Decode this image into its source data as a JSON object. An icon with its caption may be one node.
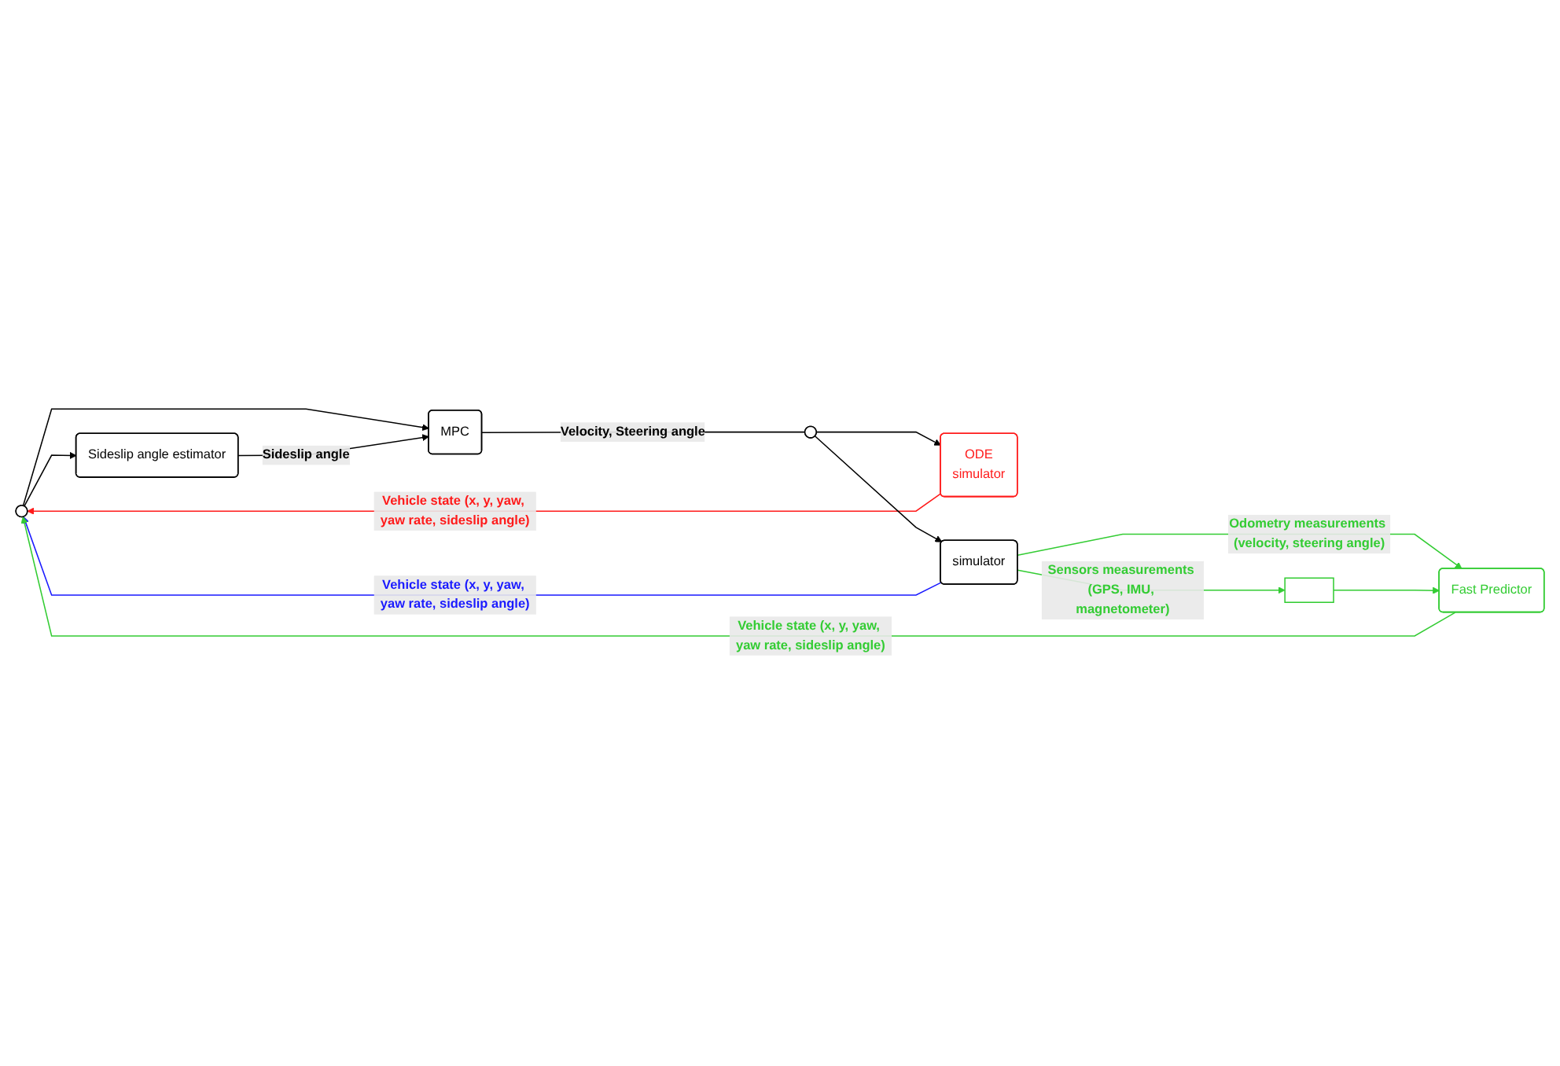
{
  "diagram": {
    "nodes": [
      {
        "text": [],
        "shape": "point"
      },
      {
        "text": [
          "MPC"
        ]
      },
      {
        "text": [
          "Sideslip angle estimator"
        ]
      },
      {
        "text": [],
        "shape": "point"
      },
      {
        "text": [
          "ODE",
          "simulator"
        ]
      },
      {
        "text": [
          "simulator"
        ]
      },
      {
        "text": [
          "Fast Predictor"
        ]
      },
      {
        "text": [],
        "shape": "box"
      }
    ],
    "edges": [
      {
        "from": 4,
        "to": 0,
        "arrow": "to",
        "label": "Vehicle state (x, y, yaw, yaw rate, sideslip angle)",
        "color": "#ff1a1a"
      },
      {
        "from": 5,
        "to": 0,
        "arrow": "to",
        "label": "Vehicle state (x, y, yaw, yaw rate, sideslip angle)",
        "color": "#1a1aff"
      },
      {
        "from": 6,
        "to": 0,
        "arrow": "to",
        "label": "Vehicle state (x, y, yaw, yaw rate, sideslip angle)",
        "color": "#33cc33"
      },
      {
        "from": 0,
        "to": 1,
        "arrow": "to"
      },
      {
        "from": 0,
        "to": 2,
        "arrow": "to"
      },
      {
        "from": 2,
        "to": 1,
        "arrow": "to",
        "label": "Sideslip angle"
      },
      {
        "from": 1,
        "to": 3,
        "arrow": "none",
        "label": "Velocity, Steering angle"
      },
      {
        "from": 3,
        "to": 4,
        "arrow": "to"
      },
      {
        "from": 3,
        "to": 5,
        "arrow": "to"
      },
      {
        "from": 5,
        "to": 6,
        "arrow": "to",
        "label": "Odometry measurements (velocity, steering angle)",
        "color": "#33cc33"
      },
      {
        "from": 5,
        "to": 7,
        "arrow": "to",
        "label": "Sensors measurements (GPS, IMU, magnetometer)",
        "color": "#33cc33"
      },
      {
        "from": 7,
        "to": 6,
        "arrow": "to",
        "color": "#33cc33"
      }
    ]
  }
}
